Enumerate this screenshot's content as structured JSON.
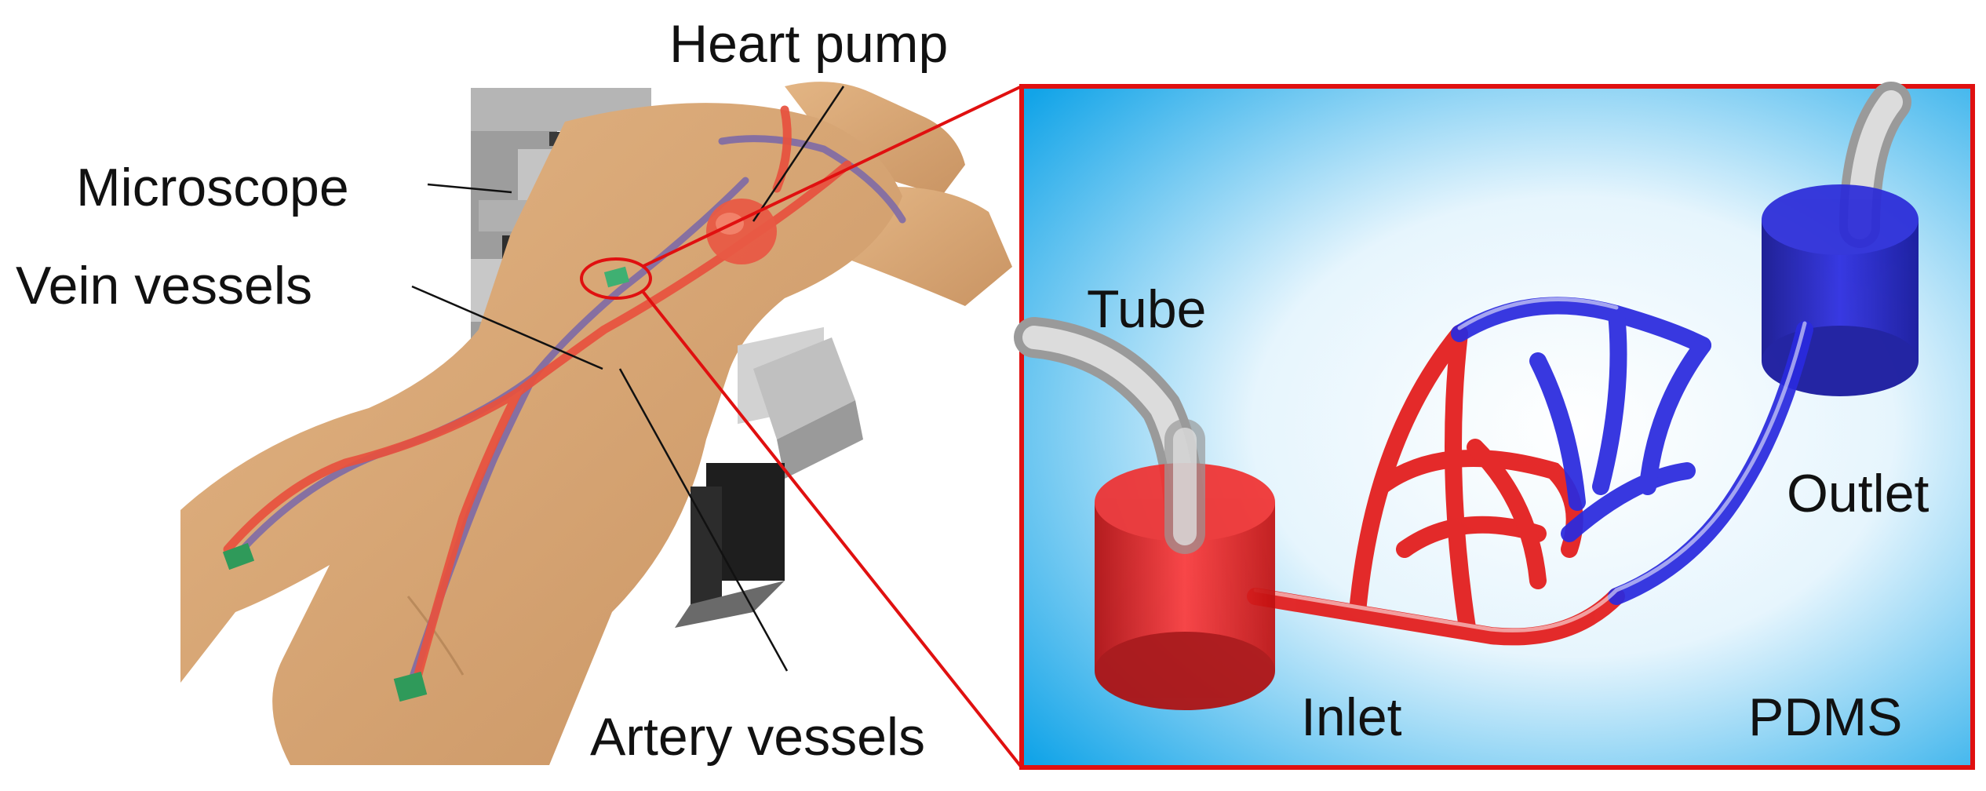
{
  "labels": {
    "heart_pump": "Heart pump",
    "microscope": "Microscope",
    "vein_vessels": "Vein vessels",
    "artery_vessels": "Artery vessels",
    "tube": "Tube",
    "inlet": "Inlet",
    "outlet": "Outlet",
    "pdms": "PDMS"
  },
  "colors": {
    "skin": "#d8a873",
    "artery": "#e84a3a",
    "vein": "#7e6aa6",
    "inset_border": "#e01010",
    "inset_blue": "#1aa6e6",
    "inlet_red": "#e01818",
    "outlet_blue": "#1818c0",
    "tube_gray": "#c8c8c8",
    "device_gray": "#a8a8a8"
  }
}
